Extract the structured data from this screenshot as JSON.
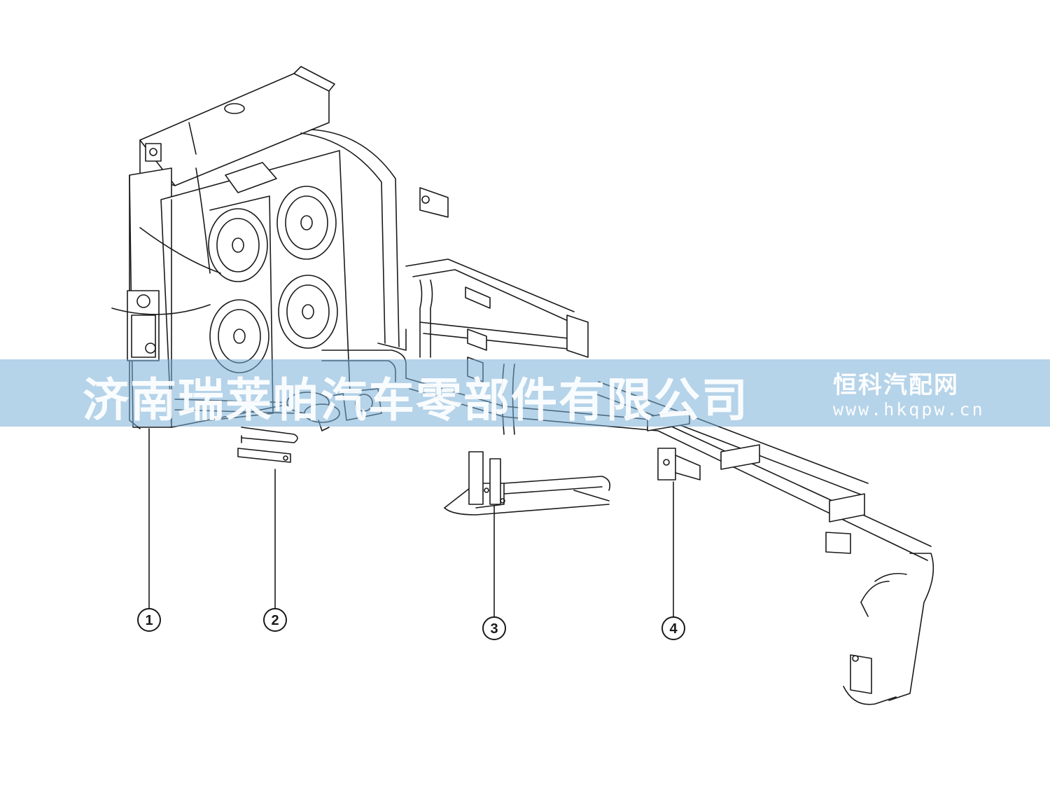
{
  "callouts": [
    {
      "id": "callout-1",
      "label": "1"
    },
    {
      "id": "callout-2",
      "label": "2"
    },
    {
      "id": "callout-3",
      "label": "3"
    },
    {
      "id": "callout-4",
      "label": "4"
    }
  ],
  "watermark": {
    "main_text": "济南瑞莱帕汽车零部件有限公司",
    "brand_text": "恒科汽配网",
    "url_text": "www.hkqpw.cn",
    "band_color": "#78afd7"
  },
  "colors": {
    "line": "#1a1a1a",
    "background": "#ffffff"
  }
}
